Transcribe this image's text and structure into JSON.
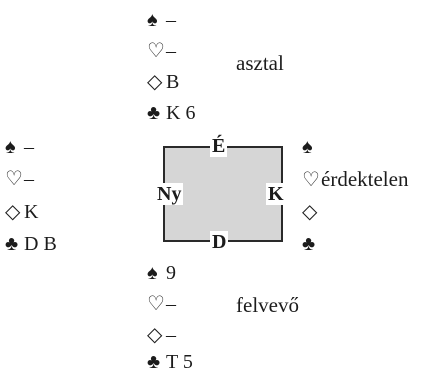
{
  "north": {
    "note": "asztal",
    "hand": [
      {
        "suit": "♠",
        "icon": "spade-icon",
        "cards": "–"
      },
      {
        "suit": "♡",
        "icon": "heart-icon",
        "cards": "–"
      },
      {
        "suit": "◇",
        "icon": "diamond-icon",
        "cards": "B"
      },
      {
        "suit": "♣",
        "icon": "club-icon",
        "cards": "K 6"
      }
    ]
  },
  "west": {
    "hand": [
      {
        "suit": "♠",
        "icon": "spade-icon",
        "cards": "–"
      },
      {
        "suit": "♡",
        "icon": "heart-icon",
        "cards": "–"
      },
      {
        "suit": "◇",
        "icon": "diamond-icon",
        "cards": "K"
      },
      {
        "suit": "♣",
        "icon": "club-icon",
        "cards": "D B"
      }
    ]
  },
  "east": {
    "note": "érdektelen",
    "hand": [
      {
        "suit": "♠",
        "icon": "spade-icon",
        "cards": ""
      },
      {
        "suit": "♡",
        "icon": "heart-icon",
        "cards": ""
      },
      {
        "suit": "◇",
        "icon": "diamond-icon",
        "cards": ""
      },
      {
        "suit": "♣",
        "icon": "club-icon",
        "cards": ""
      }
    ]
  },
  "south": {
    "note": "felvevő",
    "hand": [
      {
        "suit": "♠",
        "icon": "spade-icon",
        "cards": "9"
      },
      {
        "suit": "♡",
        "icon": "heart-icon",
        "cards": "–"
      },
      {
        "suit": "◇",
        "icon": "diamond-icon",
        "cards": "–"
      },
      {
        "suit": "♣",
        "icon": "club-icon",
        "cards": "T 5"
      }
    ]
  },
  "table": {
    "north_label": "É",
    "south_label": "D",
    "west_label": "Ny",
    "east_label": "K"
  }
}
